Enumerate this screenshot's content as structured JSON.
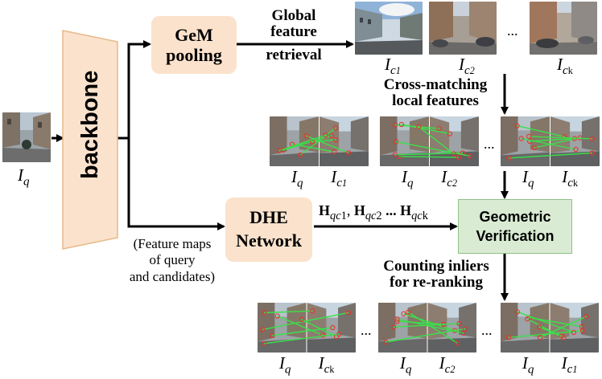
{
  "labels": {
    "backbone": "backbone",
    "gem_line1": "GeM",
    "gem_line2": "pooling",
    "global_line1": "Global",
    "global_line2": "feature",
    "global_line3": "retrieval",
    "cross_line1": "Cross-matching",
    "cross_line2": "local features",
    "dhe_line1": "DHE",
    "dhe_line2": "Network",
    "feature_maps_line1": "(Feature maps",
    "feature_maps_line2": "of query",
    "feature_maps_line3": "and candidates)",
    "geo_line1": "Geometric",
    "geo_line2": "Verification",
    "count_line1": "Counting inliers",
    "count_line2": "for re-ranking",
    "H_prefix": "H",
    "H_sub1": "qc",
    "H_sub1b": "1",
    "H_sub2": "qc",
    "H_sub2b": "2",
    "H_subk": "qc",
    "H_subkb": "k",
    "ellipsis": "...",
    "comma": ","
  },
  "image_captions": {
    "query": {
      "main": "I",
      "sub": "q"
    },
    "c1": {
      "main": "I",
      "sub": "c",
      "subsub": "1"
    },
    "c2": {
      "main": "I",
      "sub": "c",
      "subsub": "2"
    },
    "ck": {
      "main": "I",
      "sub": "c",
      "subsub": "k"
    },
    "dots": "..."
  },
  "colors": {
    "peach_box": "#fbe2cc",
    "backbone_fill": "#fbe2cc",
    "backbone_stroke": "#e7b98a",
    "geo_fill": "#d9ecd3",
    "geo_stroke": "#8fbf85",
    "match_line": "#39e14a",
    "keypoint": "#e3362f",
    "arrow": "#000000"
  }
}
